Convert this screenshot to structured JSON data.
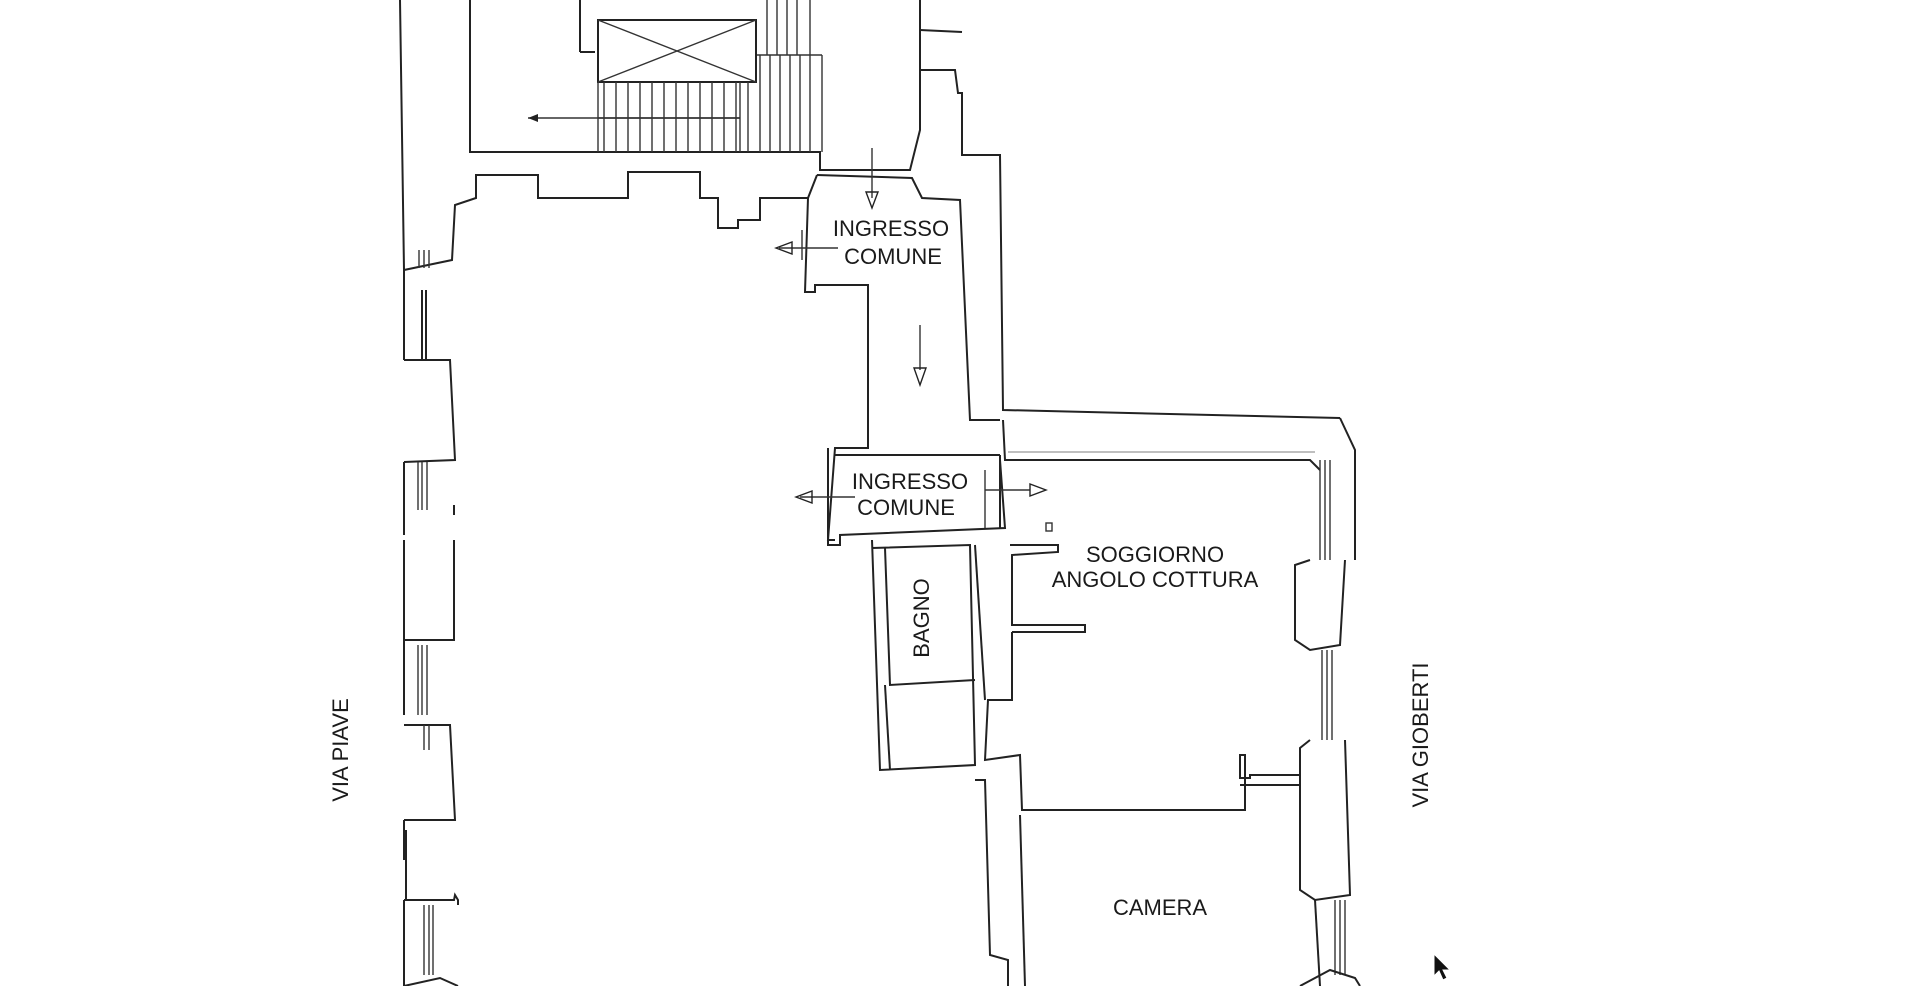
{
  "plan": {
    "labels": {
      "ingresso_1_line1": "INGRESSO",
      "ingresso_1_line2": "COMUNE",
      "ingresso_2_line1": "INGRESSO",
      "ingresso_2_line2": "COMUNE",
      "soggiorno_line1": "SOGGIORNO",
      "soggiorno_line2": "ANGOLO COTTURA",
      "bagno": "BAGNO",
      "camera": "CAMERA",
      "street_left": "VIA PIAVE",
      "street_right": "VIA GIOBERTI"
    }
  },
  "colors": {
    "background": "#ffffff",
    "lines": "#222222",
    "text": "#1a1a1a"
  },
  "icons": {
    "cursor": "mouse-pointer-icon"
  }
}
